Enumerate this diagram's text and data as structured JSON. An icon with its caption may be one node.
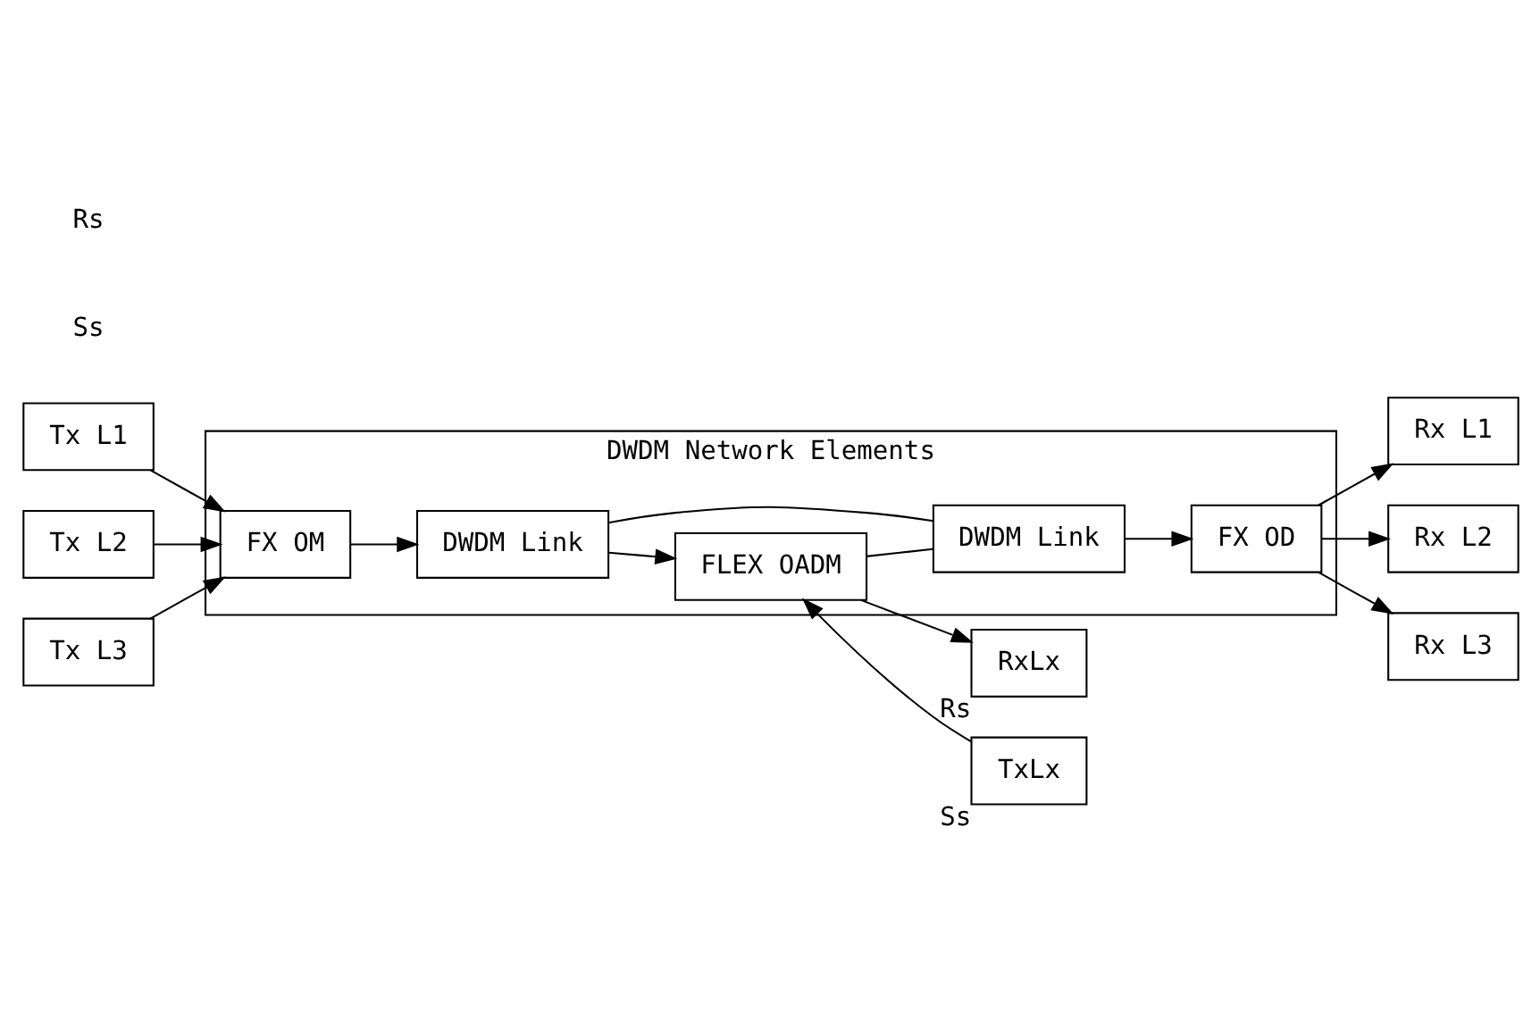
{
  "diagram": {
    "nodes": [
      {
        "text": [
          "DWDM Network Elements"
        ]
      },
      {
        "text": [
          "Tx L1"
        ]
      },
      {
        "text": [
          "Tx L2"
        ]
      },
      {
        "text": [
          "Tx L3"
        ]
      },
      {
        "text": [
          "FX OM"
        ],
        "in": 0
      },
      {
        "text": [
          "DWDM Link"
        ],
        "in": 0
      },
      {
        "text": [
          "FLEX OADM"
        ],
        "in": 0
      },
      {
        "text": [
          "DWDM Link"
        ],
        "in": 0
      },
      {
        "text": [
          "FX OD"
        ],
        "in": 0
      },
      {
        "text": [
          "Rx L1"
        ]
      },
      {
        "text": [
          "Rx L2"
        ]
      },
      {
        "text": [
          "Rx L3"
        ]
      },
      {
        "text": [
          "RxLx"
        ],
        "beside": [
          "Rs"
        ]
      },
      {
        "text": [
          "TxLx"
        ],
        "beside": [
          "Ss"
        ]
      }
    ],
    "edges": [
      {
        "from": 1,
        "to": 4,
        "arrow": "to"
      },
      {
        "from": 2,
        "to": 4,
        "arrow": "to"
      },
      {
        "from": 3,
        "to": 4,
        "arrow": "to"
      },
      {
        "from": 4,
        "to": 5,
        "arrow": "to"
      },
      {
        "from": 5,
        "to": 6,
        "arrow": "to"
      },
      {
        "from": 6,
        "to": 7,
        "arrow": "none"
      },
      {
        "from": 7,
        "to": 8,
        "arrow": "to"
      },
      {
        "from": 8,
        "to": 9,
        "arrow": "to"
      },
      {
        "from": 8,
        "to": 10,
        "arrow": "to"
      },
      {
        "from": 8,
        "to": 11,
        "arrow": "to"
      },
      {
        "from": 5,
        "to": 7,
        "arrow": "none"
      },
      {
        "from": 6,
        "to": 12,
        "arrow": "to"
      },
      {
        "from": 13,
        "to": 6,
        "arrow": "to"
      }
    ],
    "labels": [
      "Ss",
      "Rs"
    ]
  }
}
